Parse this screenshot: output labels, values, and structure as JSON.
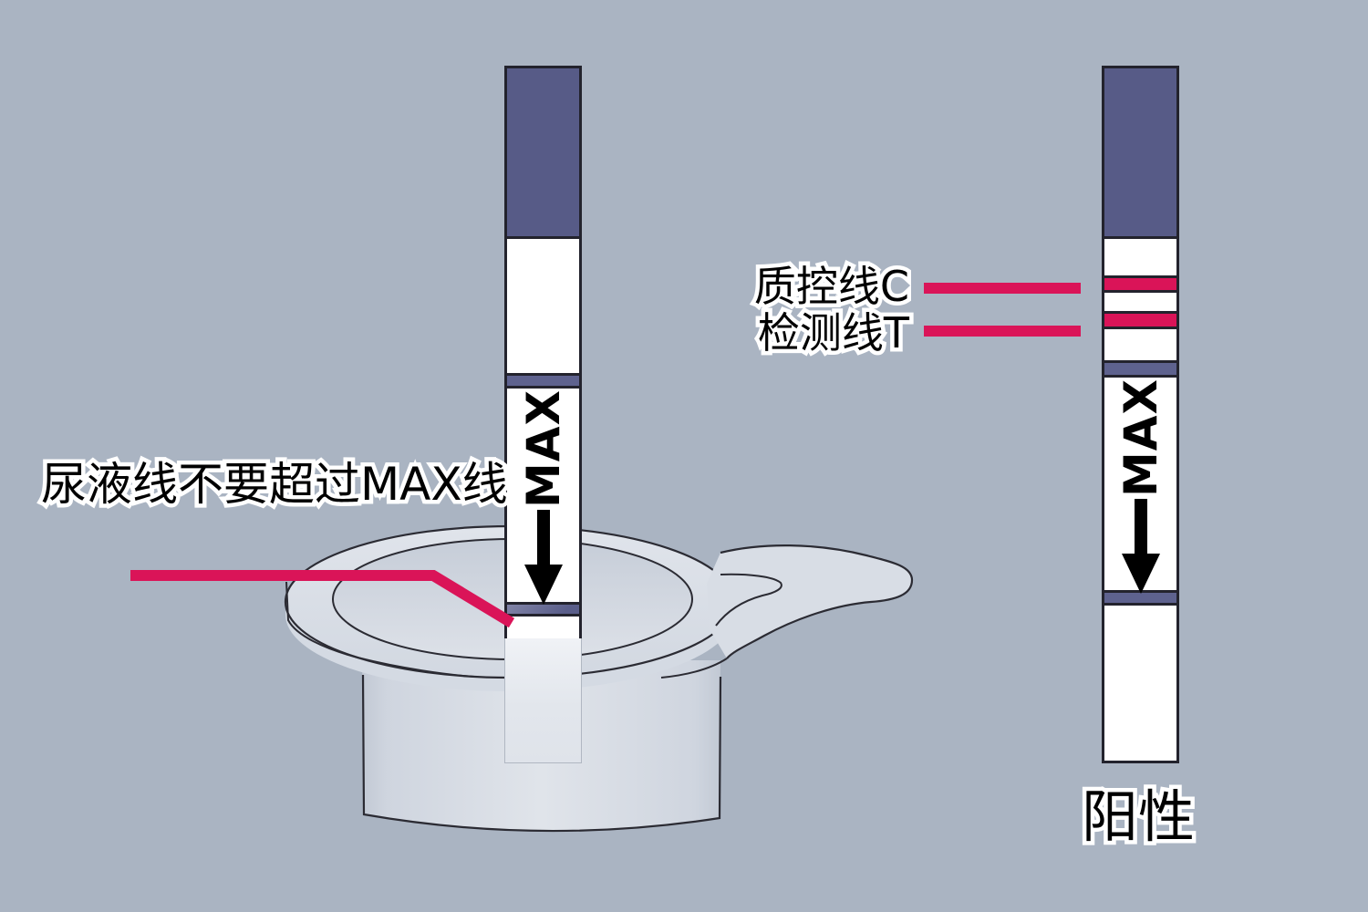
{
  "colors": {
    "background": "#aab4c2",
    "strip_cap_purple": "#575b87",
    "max_line_purple": "#5e628e",
    "immersion_line_purple": "#6a6e97",
    "line_crimson": "#da1458",
    "strip_border": "#23232d",
    "cup_fill": "#d7dce4",
    "cup_outline": "#2b2b33",
    "label_text": "#000000",
    "label_outline": "#ffffff"
  },
  "dip_panel": {
    "caption": "尿液线不要超过MAX线",
    "strip": {
      "max_label": "MAX"
    }
  },
  "result_panel": {
    "control_line_label": "质控线C",
    "test_line_label": "检测线T",
    "strip": {
      "max_label": "MAX"
    },
    "result_label": "阳性"
  }
}
